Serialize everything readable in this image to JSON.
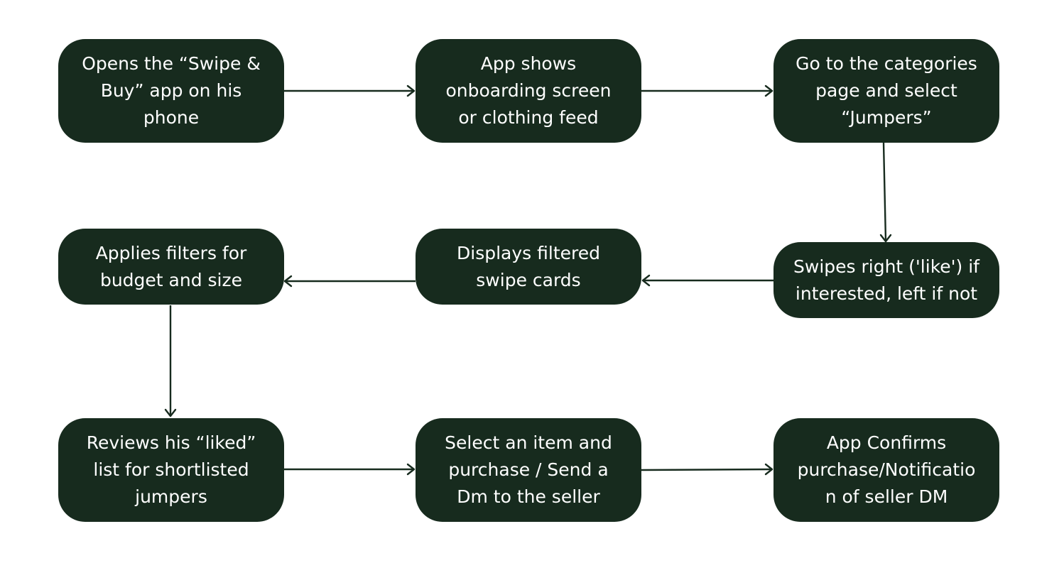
{
  "colors": {
    "node_fill": "#172b1e",
    "node_text": "#ffffff",
    "edge": "#172b1e",
    "background": "#ffffff"
  },
  "nodes": [
    {
      "id": "open-app",
      "text": "Opens the “Swipe &\nBuy” app on his\nphone"
    },
    {
      "id": "onboarding",
      "text": "App shows\nonboarding screen\nor clothing feed"
    },
    {
      "id": "categories",
      "text": "Go to the categories\npage and select\n“Jumpers”"
    },
    {
      "id": "swipe",
      "text": "Swipes right ('like') if\ninterested, left if not"
    },
    {
      "id": "filtered-cards",
      "text": "Displays filtered\nswipe cards"
    },
    {
      "id": "filters",
      "text": "Applies filters for\nbudget and size"
    },
    {
      "id": "liked-list",
      "text": "Reviews his “liked”\nlist for shortlisted\njumpers"
    },
    {
      "id": "purchase",
      "text": "Select an item and\npurchase / Send a\nDm to the seller"
    },
    {
      "id": "confirm",
      "text": "App Confirms\npurchase/Notificatio\nn of seller DM"
    }
  ],
  "edges": [
    {
      "from": "open-app",
      "to": "onboarding"
    },
    {
      "from": "onboarding",
      "to": "categories"
    },
    {
      "from": "categories",
      "to": "swipe"
    },
    {
      "from": "swipe",
      "to": "filtered-cards"
    },
    {
      "from": "filtered-cards",
      "to": "filters"
    },
    {
      "from": "filters",
      "to": "liked-list"
    },
    {
      "from": "liked-list",
      "to": "purchase"
    },
    {
      "from": "purchase",
      "to": "confirm"
    }
  ]
}
